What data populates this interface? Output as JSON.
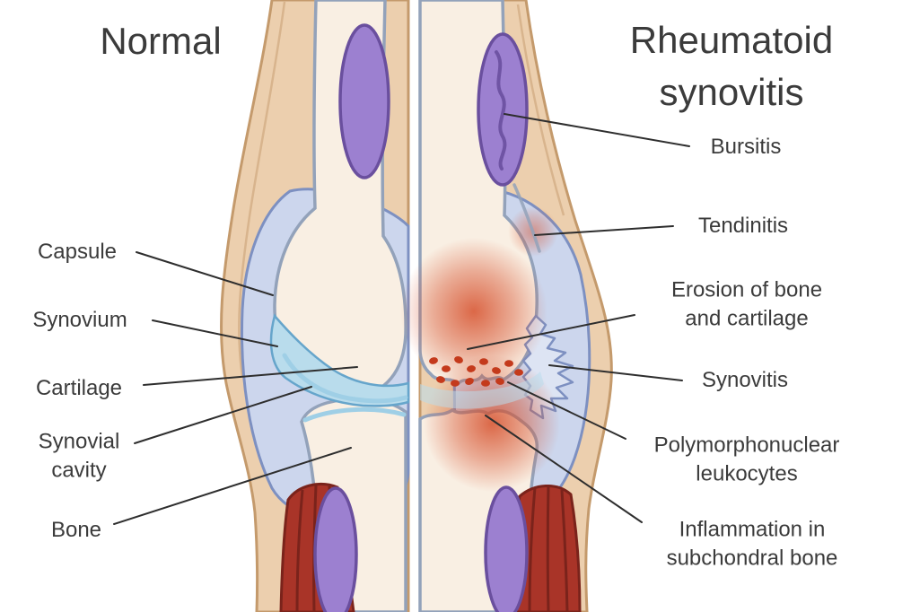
{
  "diagram": {
    "left_panel": {
      "title": "Normal",
      "labels": [
        "Capsule",
        "Synovium",
        "Cartilage",
        "Synovial cavity",
        "Bone"
      ]
    },
    "right_panel": {
      "title": "Rheumatoid synovitis",
      "labels": [
        "Bursitis",
        "Tendinitis",
        "Erosion of bone and cartilage",
        "Synovitis",
        "Polymorphonuclear leukocytes",
        "Inflammation in subchondral bone"
      ]
    }
  },
  "colors": {
    "background": "#ffffff",
    "text": "#3b3b3b",
    "leader_line": "#2e2e2e",
    "skin": "#eccfae",
    "skin_outline": "#c49a6c",
    "bone": "#f9efe3",
    "bone_outline": "#93a2ba",
    "capsule": "#ccd6ed",
    "capsule_outline": "#7d90c1",
    "fluid": "#b9dcec",
    "fluid_outline": "#66a5cb",
    "cartilage": "#9fcfe6",
    "bursa": "#9c80d0",
    "bursa_outline": "#6a4f9e",
    "muscle": "#a93428",
    "muscle_outline": "#7a231b",
    "inflammation": "#d6502c",
    "leukocyte": "#c43a1c",
    "synovitis_fill": "#dde4f3"
  }
}
